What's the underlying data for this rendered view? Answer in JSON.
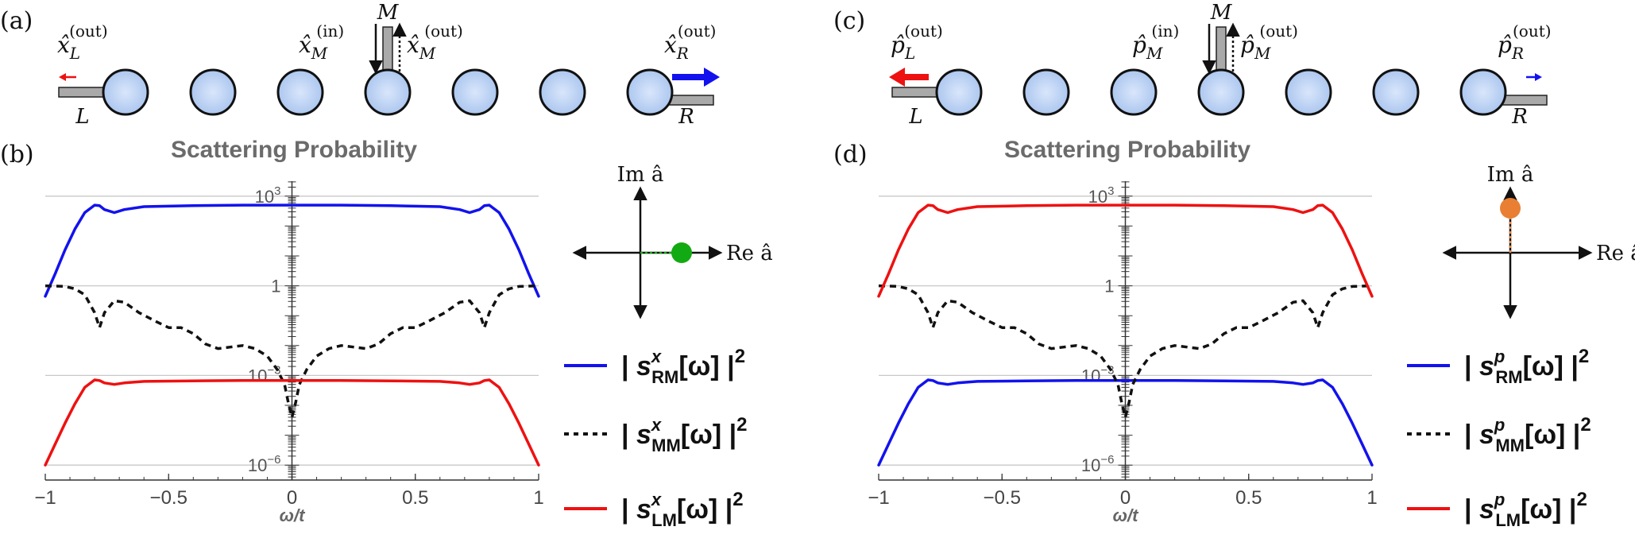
{
  "colors": {
    "blue": "#1212ee",
    "red": "#ee1111",
    "black": "#111111",
    "green": "#12aa12",
    "orange": "#e87f33",
    "resonator_fill": "#a8c4ee",
    "waveguide": "#a9a9a9"
  },
  "panels": [
    {
      "id": "left",
      "top_label": "(a)",
      "plot_label": "(b)",
      "title": "Scattering Probability",
      "var": "x",
      "ops": {
        "left": {
          "sym": "x̂",
          "sub": "L",
          "sup": "(out)"
        },
        "m_in": {
          "sym": "x̂",
          "sub": "M",
          "sup": "(in)"
        },
        "m_out": {
          "sym": "x̂",
          "sub": "M",
          "sup": "(out)"
        },
        "right": {
          "sym": "x̂",
          "sub": "R",
          "sup": "(out)"
        }
      },
      "port_labels": {
        "left": "L",
        "mid": "M",
        "right": "R"
      },
      "arrows": {
        "left_color": "red",
        "left_size": "small",
        "right_color": "blue",
        "right_size": "large"
      },
      "phase": {
        "im_label": "Im â",
        "re_label": "Re â",
        "point_color": "green",
        "point_direction": "real"
      },
      "legend": [
        {
          "label": "| s_RM^x[ω] |²",
          "s": "s",
          "sup": "x",
          "sub": "RM",
          "tail": "[ω] |",
          "pow": "2",
          "color": "blue",
          "style": "solid"
        },
        {
          "label": "| s_MM^x[ω] |²",
          "s": "s",
          "sup": "x",
          "sub": "MM",
          "tail": "[ω] |",
          "pow": "2",
          "color": "black",
          "style": "dotted"
        },
        {
          "label": "| s_LM^x[ω] |²",
          "s": "s",
          "sup": "x",
          "sub": "LM",
          "tail": "[ω] |",
          "pow": "2",
          "color": "red",
          "style": "solid"
        }
      ]
    },
    {
      "id": "right",
      "top_label": "(c)",
      "plot_label": "(d)",
      "title": "Scattering Probability",
      "var": "p",
      "ops": {
        "left": {
          "sym": "p̂",
          "sub": "L",
          "sup": "(out)"
        },
        "m_in": {
          "sym": "p̂",
          "sub": "M",
          "sup": "(in)"
        },
        "m_out": {
          "sym": "p̂",
          "sub": "M",
          "sup": "(out)"
        },
        "right": {
          "sym": "p̂",
          "sub": "R",
          "sup": "(out)"
        }
      },
      "port_labels": {
        "left": "L",
        "mid": "M",
        "right": "R"
      },
      "arrows": {
        "left_color": "red",
        "left_size": "large",
        "right_color": "blue",
        "right_size": "small"
      },
      "phase": {
        "im_label": "Im â",
        "re_label": "Re â",
        "point_color": "orange",
        "point_direction": "imag"
      },
      "legend": [
        {
          "label": "| s_RM^p[ω] |²",
          "s": "s",
          "sup": "p",
          "sub": "RM",
          "tail": "[ω] |",
          "pow": "2",
          "color": "blue",
          "style": "solid"
        },
        {
          "label": "| s_MM^p[ω] |²",
          "s": "s",
          "sup": "p",
          "sub": "MM",
          "tail": "[ω] |",
          "pow": "2",
          "color": "black",
          "style": "dotted"
        },
        {
          "label": "| s_LM^p[ω] |²",
          "s": "s",
          "sup": "p",
          "sub": "LM",
          "tail": "[ω] |",
          "pow": "2",
          "color": "red",
          "style": "solid"
        }
      ]
    }
  ],
  "chart_data": [
    {
      "type": "line",
      "title": "Scattering Probability",
      "xlabel": "ω/t",
      "ylabel": "",
      "xlim": [
        -1,
        1
      ],
      "ylim_log10": [
        -6.5,
        3.5
      ],
      "y_scale": "log",
      "x_ticks": [
        {
          "v": -1,
          "label": "−1"
        },
        {
          "v": -0.5,
          "label": "−0.5"
        },
        {
          "v": 0,
          "label": "0"
        },
        {
          "v": 0.5,
          "label": "0.5"
        },
        {
          "v": 1,
          "label": "1"
        }
      ],
      "y_ticks": [
        {
          "log10": 3,
          "base": "10",
          "exp": "3"
        },
        {
          "log10": 0,
          "base": "1",
          "exp": ""
        },
        {
          "log10": -3,
          "base": "10",
          "exp": "−3"
        },
        {
          "log10": -6,
          "base": "10",
          "exp": "−6"
        }
      ],
      "grid": "horizontal at labeled y ticks",
      "series": [
        {
          "name": "| s_RM^x[ω] |²",
          "color": "blue",
          "style": "solid",
          "x": [
            -1,
            -0.96,
            -0.92,
            -0.88,
            -0.84,
            -0.8,
            -0.78,
            -0.76,
            -0.72,
            -0.68,
            -0.6,
            -0.4,
            -0.2,
            0,
            0.2,
            0.4,
            0.6,
            0.68,
            0.72,
            0.76,
            0.78,
            0.8,
            0.84,
            0.88,
            0.92,
            0.96,
            1
          ],
          "log10_y": [
            -0.35,
            0.4,
            1.2,
            1.9,
            2.45,
            2.7,
            2.68,
            2.55,
            2.45,
            2.55,
            2.65,
            2.68,
            2.7,
            2.7,
            2.7,
            2.68,
            2.65,
            2.55,
            2.45,
            2.55,
            2.68,
            2.7,
            2.45,
            1.9,
            1.2,
            0.4,
            -0.35
          ]
        },
        {
          "name": "| s_MM^x[ω] |²",
          "color": "black",
          "style": "dotted",
          "x": [
            -1,
            -0.92,
            -0.88,
            -0.84,
            -0.8,
            -0.78,
            -0.76,
            -0.72,
            -0.68,
            -0.62,
            -0.55,
            -0.5,
            -0.45,
            -0.4,
            -0.35,
            -0.3,
            -0.25,
            -0.2,
            -0.15,
            -0.1,
            -0.06,
            -0.03,
            -0.015,
            0,
            0.015,
            0.03,
            0.06,
            0.1,
            0.15,
            0.2,
            0.25,
            0.3,
            0.35,
            0.4,
            0.45,
            0.5,
            0.55,
            0.62,
            0.68,
            0.72,
            0.76,
            0.78,
            0.8,
            0.84,
            0.88,
            0.92,
            1
          ],
          "log10_y": [
            0,
            -0.02,
            -0.1,
            -0.3,
            -0.9,
            -1.4,
            -0.9,
            -0.5,
            -0.55,
            -0.9,
            -1.2,
            -1.4,
            -1.4,
            -1.6,
            -1.95,
            -2.1,
            -2.05,
            -2.0,
            -2.1,
            -2.35,
            -2.8,
            -3.3,
            -3.9,
            -4.4,
            -3.9,
            -3.3,
            -2.8,
            -2.35,
            -2.1,
            -2.0,
            -2.05,
            -2.1,
            -1.95,
            -1.6,
            -1.4,
            -1.4,
            -1.2,
            -0.9,
            -0.55,
            -0.5,
            -0.9,
            -1.4,
            -0.9,
            -0.3,
            -0.1,
            -0.02,
            0
          ]
        },
        {
          "name": "| s_LM^x[ω] |²",
          "color": "red",
          "style": "solid",
          "x": [
            -1,
            -0.96,
            -0.92,
            -0.88,
            -0.84,
            -0.8,
            -0.78,
            -0.76,
            -0.72,
            -0.68,
            -0.6,
            -0.4,
            -0.2,
            0,
            0.2,
            0.4,
            0.6,
            0.68,
            0.72,
            0.76,
            0.78,
            0.8,
            0.84,
            0.88,
            0.92,
            0.96,
            1
          ],
          "log10_y": [
            -6,
            -5.3,
            -4.6,
            -3.95,
            -3.4,
            -3.15,
            -3.17,
            -3.25,
            -3.3,
            -3.25,
            -3.2,
            -3.18,
            -3.17,
            -3.17,
            -3.17,
            -3.18,
            -3.2,
            -3.25,
            -3.3,
            -3.25,
            -3.17,
            -3.15,
            -3.4,
            -3.95,
            -4.6,
            -5.3,
            -6
          ]
        }
      ]
    },
    {
      "type": "line",
      "title": "Scattering Probability",
      "xlabel": "ω/t",
      "ylabel": "",
      "xlim": [
        -1,
        1
      ],
      "ylim_log10": [
        -6.5,
        3.5
      ],
      "y_scale": "log",
      "x_ticks": [
        {
          "v": -1,
          "label": "−1"
        },
        {
          "v": -0.5,
          "label": "−0.5"
        },
        {
          "v": 0,
          "label": "0"
        },
        {
          "v": 0.5,
          "label": "0.5"
        },
        {
          "v": 1,
          "label": "1"
        }
      ],
      "y_ticks": [
        {
          "log10": 3,
          "base": "10",
          "exp": "3"
        },
        {
          "log10": 0,
          "base": "1",
          "exp": ""
        },
        {
          "log10": -3,
          "base": "10",
          "exp": "−3"
        },
        {
          "log10": -6,
          "base": "10",
          "exp": "−6"
        }
      ],
      "grid": "horizontal at labeled y ticks",
      "series": [
        {
          "name": "| s_RM^p[ω] |²",
          "color": "blue",
          "style": "solid",
          "x": [
            -1,
            -0.96,
            -0.92,
            -0.88,
            -0.84,
            -0.8,
            -0.78,
            -0.76,
            -0.72,
            -0.68,
            -0.6,
            -0.4,
            -0.2,
            0,
            0.2,
            0.4,
            0.6,
            0.68,
            0.72,
            0.76,
            0.78,
            0.8,
            0.84,
            0.88,
            0.92,
            0.96,
            1
          ],
          "log10_y": [
            -6,
            -5.3,
            -4.6,
            -3.95,
            -3.4,
            -3.15,
            -3.17,
            -3.25,
            -3.3,
            -3.25,
            -3.2,
            -3.18,
            -3.17,
            -3.17,
            -3.17,
            -3.18,
            -3.2,
            -3.25,
            -3.3,
            -3.25,
            -3.17,
            -3.15,
            -3.4,
            -3.95,
            -4.6,
            -5.3,
            -6
          ]
        },
        {
          "name": "| s_MM^p[ω] |²",
          "color": "black",
          "style": "dotted",
          "x": [
            -1,
            -0.92,
            -0.88,
            -0.84,
            -0.8,
            -0.78,
            -0.76,
            -0.72,
            -0.68,
            -0.62,
            -0.55,
            -0.5,
            -0.45,
            -0.4,
            -0.35,
            -0.3,
            -0.25,
            -0.2,
            -0.15,
            -0.1,
            -0.06,
            -0.03,
            -0.015,
            0,
            0.015,
            0.03,
            0.06,
            0.1,
            0.15,
            0.2,
            0.25,
            0.3,
            0.35,
            0.4,
            0.45,
            0.5,
            0.55,
            0.62,
            0.68,
            0.72,
            0.76,
            0.78,
            0.8,
            0.84,
            0.88,
            0.92,
            1
          ],
          "log10_y": [
            0,
            -0.02,
            -0.1,
            -0.3,
            -0.9,
            -1.4,
            -0.9,
            -0.5,
            -0.55,
            -0.9,
            -1.2,
            -1.4,
            -1.4,
            -1.6,
            -1.95,
            -2.1,
            -2.05,
            -2.0,
            -2.1,
            -2.35,
            -2.8,
            -3.3,
            -3.9,
            -4.4,
            -3.9,
            -3.3,
            -2.8,
            -2.35,
            -2.1,
            -2.0,
            -2.05,
            -2.1,
            -1.95,
            -1.6,
            -1.4,
            -1.4,
            -1.2,
            -0.9,
            -0.55,
            -0.5,
            -0.9,
            -1.4,
            -0.9,
            -0.3,
            -0.1,
            -0.02,
            0
          ]
        },
        {
          "name": "| s_LM^p[ω] |²",
          "color": "red",
          "style": "solid",
          "x": [
            -1,
            -0.96,
            -0.92,
            -0.88,
            -0.84,
            -0.8,
            -0.78,
            -0.76,
            -0.72,
            -0.68,
            -0.6,
            -0.4,
            -0.2,
            0,
            0.2,
            0.4,
            0.6,
            0.68,
            0.72,
            0.76,
            0.78,
            0.8,
            0.84,
            0.88,
            0.92,
            0.96,
            1
          ],
          "log10_y": [
            -0.35,
            0.4,
            1.2,
            1.9,
            2.45,
            2.7,
            2.68,
            2.55,
            2.45,
            2.55,
            2.65,
            2.68,
            2.7,
            2.7,
            2.7,
            2.68,
            2.65,
            2.55,
            2.45,
            2.55,
            2.68,
            2.7,
            2.45,
            1.9,
            1.2,
            0.4,
            -0.35
          ]
        }
      ]
    }
  ]
}
